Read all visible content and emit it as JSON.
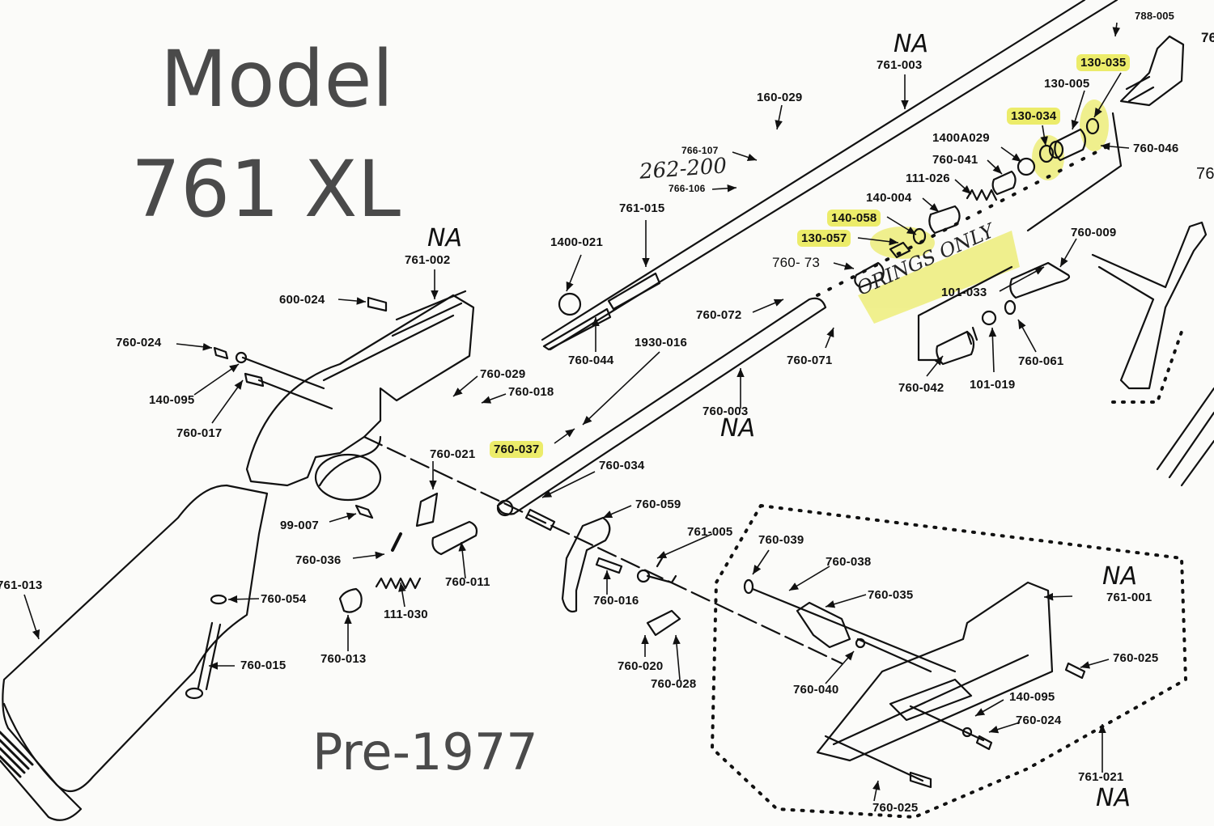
{
  "title": {
    "model": "Model",
    "name": "761 XL",
    "era": "Pre-1977"
  },
  "highlight_color": "#ecec6a",
  "na_marker": "NA",
  "handwritten": {
    "replacement_note": "262-200",
    "orings_note": "ORINGS ONLY",
    "alt_label": "760- 73"
  },
  "parts": {
    "p788_005": "788-005",
    "p761_003": "761-003",
    "p130_035": "130-035",
    "p130_005": "130-005",
    "p130_034": "130-034",
    "p760_046": "760-046",
    "p1400A029": "1400A029",
    "p760_041": "760-041",
    "p111_026": "111-026",
    "p140_004": "140-004",
    "p160_029": "160-029",
    "p766_107": "766-107",
    "p766_106": "766-106",
    "p761_015": "761-015",
    "p1400_021": "1400-021",
    "p140_058": "140-058",
    "p130_057": "130-057",
    "p760_009": "760-009",
    "p101_033": "101-033",
    "p760_072": "760-072",
    "p760_071": "760-071",
    "p760_042": "760-042",
    "p101_019": "101-019",
    "p760_061": "760-061",
    "p761_002": "761-002",
    "p600_024": "600-024",
    "p760_024": "760-024",
    "p140_095": "140-095",
    "p760_017": "760-017",
    "p760_029": "760-029",
    "p760_018": "760-018",
    "p760_044": "760-044",
    "p1930_016": "1930-016",
    "p760_003": "760-003",
    "p760_037": "760-037",
    "p760_021": "760-021",
    "p760_034": "760-034",
    "p760_059": "760-059",
    "p761_005": "761-005",
    "p99_007": "99-007",
    "p760_036": "760-036",
    "p760_011": "760-011",
    "p760_016": "760-016",
    "p111_030": "111-030",
    "p760_054": "760-054",
    "p760_013": "760-013",
    "p760_015": "760-015",
    "p761_013": "761-013",
    "p760_020": "760-020",
    "p760_028": "760-028",
    "p760_039": "760-039",
    "p760_038": "760-038",
    "p760_035": "760-035",
    "p760_040": "760-040",
    "p761_001": "761-001",
    "p760_025a": "760-025",
    "p140_095b": "140-095",
    "p760_024b": "760-024",
    "p761_021": "761-021",
    "p760_025b": "760-025",
    "p_edge_76a": "76",
    "p_edge_76b": "76"
  }
}
